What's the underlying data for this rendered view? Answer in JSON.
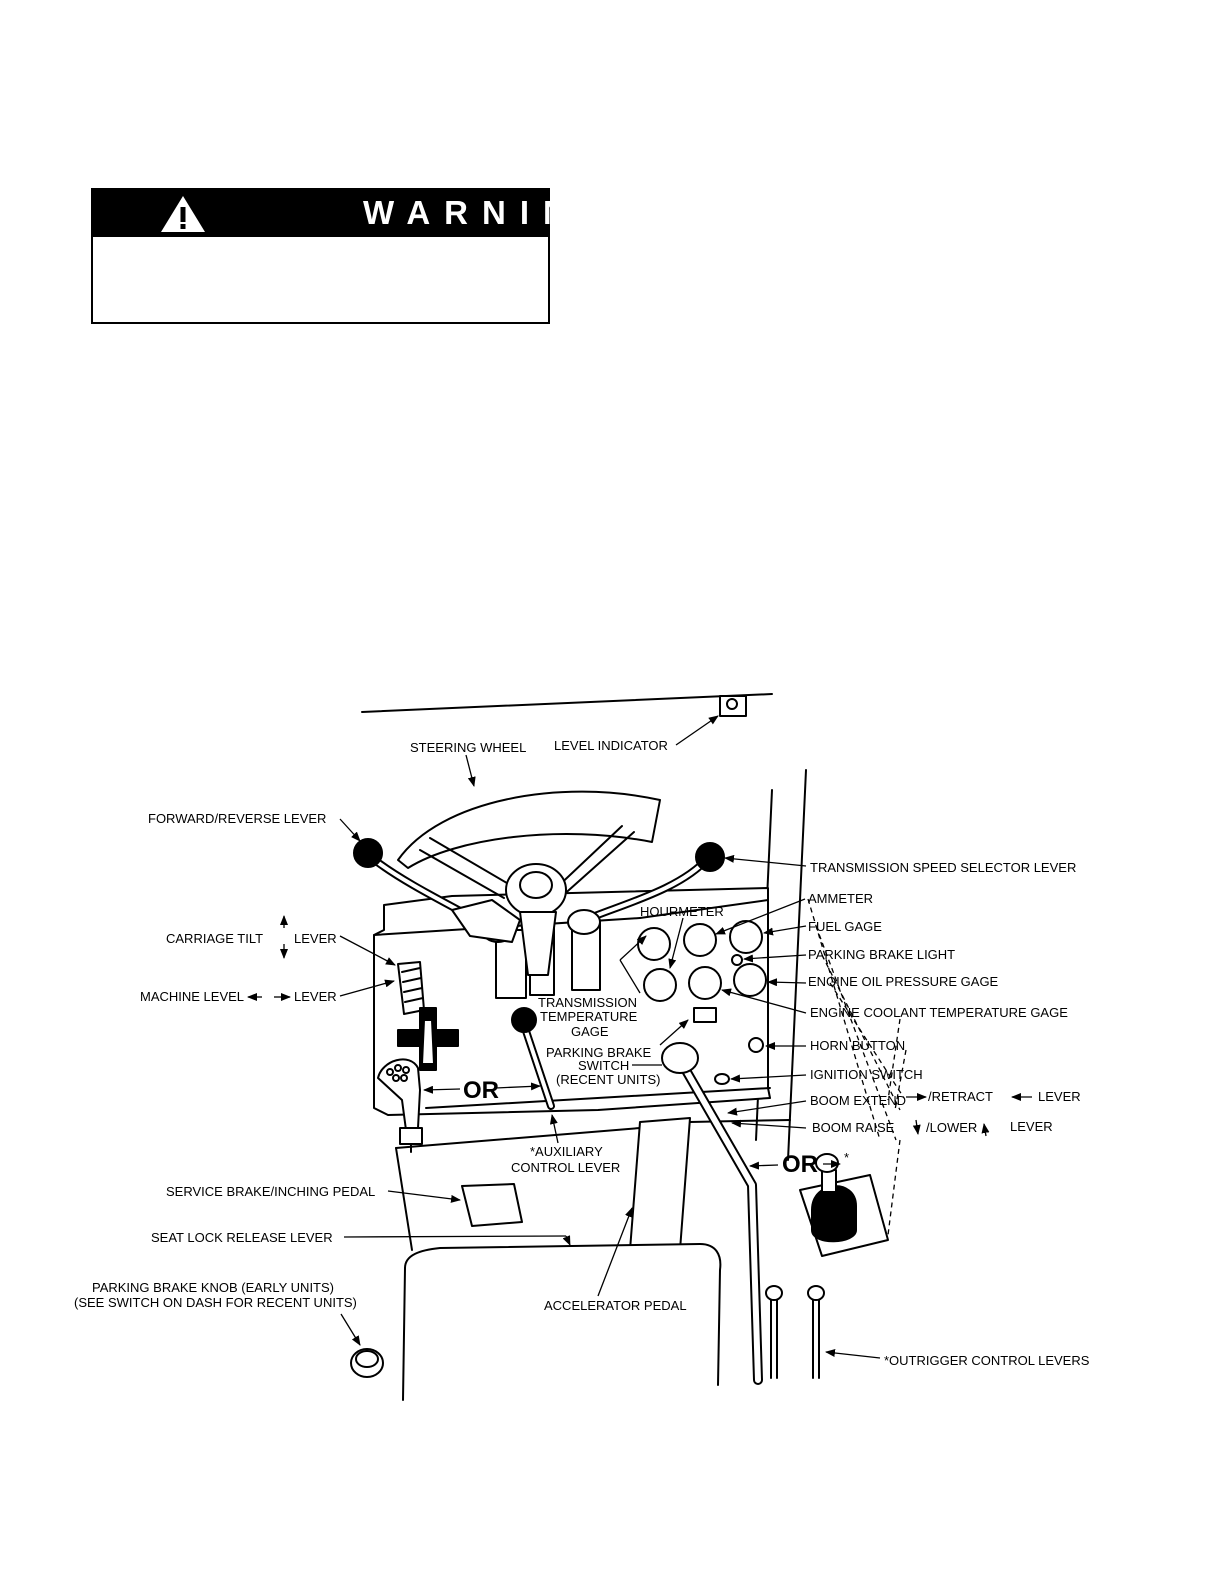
{
  "warning": {
    "title": "WARNING",
    "body": ""
  },
  "labels": {
    "steering_wheel": "STEERING WHEEL",
    "level_indicator": "LEVEL INDICATOR",
    "forward_reverse_lever": "FORWARD/REVERSE LEVER",
    "transmission_speed_selector_lever": "TRANSMISSION SPEED SELECTOR LEVER",
    "ammeter": "AMMETER",
    "hourmeter": "HOURMETER",
    "fuel_gage": "FUEL GAGE",
    "carriage_tilt": "CARRIAGE TILT",
    "carriage_tilt_lever": "LEVER",
    "parking_brake_light": "PARKING BRAKE LIGHT",
    "engine_oil_pressure_gage": "ENGINE OIL PRESSURE GAGE",
    "machine_level": "MACHINE LEVEL",
    "machine_level_lever": "LEVER",
    "transmission_temp_line1": "TRANSMISSION",
    "transmission_temp_line2": "TEMPERATURE",
    "transmission_temp_line3": "GAGE",
    "engine_coolant_temperature_gage": "ENGINE COOLANT TEMPERATURE GAGE",
    "parking_brake_switch_line1": "PARKING BRAKE",
    "parking_brake_switch_line2": "SWITCH",
    "parking_brake_switch_line3": "(RECENT UNITS)",
    "horn_button": "HORN BUTTON",
    "ignition_switch": "IGNITION SWITCH",
    "or_left": "OR",
    "boom_extend": "BOOM EXTEND",
    "boom_retract": "/RETRACT",
    "boom_extend_lever": "LEVER",
    "boom_raise": "BOOM RAISE",
    "boom_lower": "/LOWER",
    "boom_raise_lever": "LEVER",
    "auxiliary_line1": "*AUXILIARY",
    "auxiliary_line2": "CONTROL LEVER",
    "or_right": "OR",
    "joystick_star": "*",
    "service_brake_pedal": "SERVICE BRAKE/INCHING PEDAL",
    "seat_lock_release_lever": "SEAT LOCK RELEASE LEVER",
    "parking_brake_knob_line1": "PARKING BRAKE KNOB (EARLY UNITS)",
    "parking_brake_knob_line2": "(SEE SWITCH ON DASH FOR RECENT UNITS)",
    "accelerator_pedal": "ACCELERATOR PEDAL",
    "outrigger_control_levers": "*OUTRIGGER CONTROL LEVERS"
  }
}
